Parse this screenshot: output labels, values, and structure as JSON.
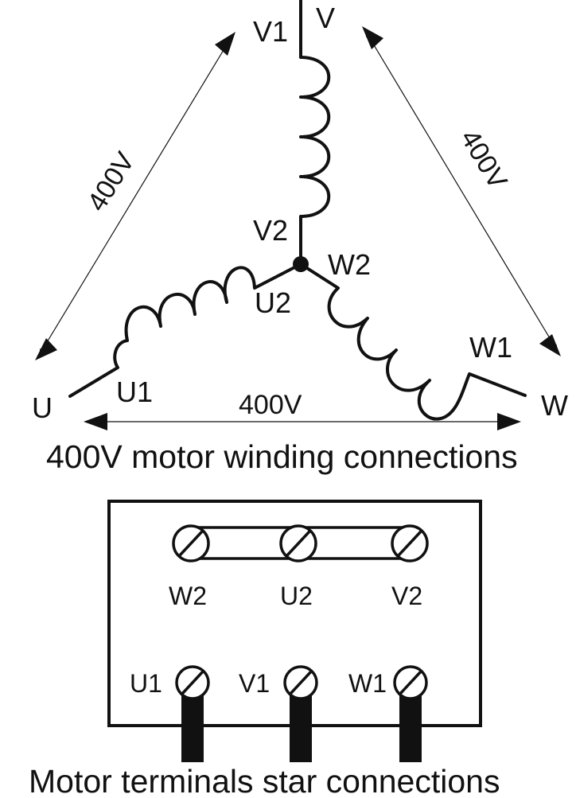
{
  "winding": {
    "terminal_v": "V",
    "terminal_u": "U",
    "terminal_w": "W",
    "label_v1": "V1",
    "label_v2": "V2",
    "label_u1": "U1",
    "label_u2": "U2",
    "label_w1": "W1",
    "label_w2": "W2",
    "voltage_left": "400V",
    "voltage_right": "400V",
    "voltage_bottom": "400V",
    "caption": "400V motor winding connections"
  },
  "terminal_box": {
    "top_labels": [
      "W2",
      "U2",
      "V2"
    ],
    "bottom_labels": [
      "U1",
      "V1",
      "W1"
    ],
    "caption": "Motor terminals star connections"
  }
}
